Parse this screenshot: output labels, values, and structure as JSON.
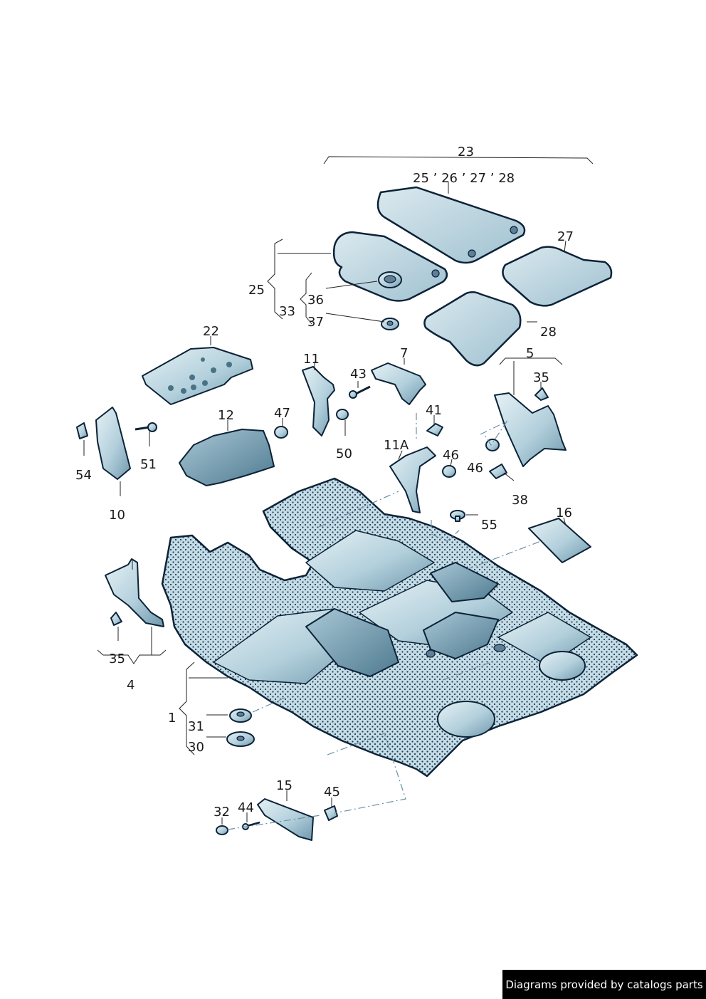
{
  "callouts": {
    "c23": "23",
    "c25_26_27_28": "25 ’ 26 ’ 27 ’ 28",
    "c27": "27",
    "c25": "25",
    "c33": "33",
    "c36": "36",
    "c37": "37",
    "c28": "28",
    "c22": "22",
    "c11": "11",
    "c43": "43",
    "c7": "7",
    "c5": "5",
    "c35_right": "35",
    "c12": "12",
    "c47": "47",
    "c41": "41",
    "c50": "50",
    "c11a": "11A",
    "c46_center": "46",
    "c46_right": "46",
    "c54": "54",
    "c51": "51",
    "c10": "10",
    "c38": "38",
    "c16": "16",
    "c55": "55",
    "c35_left": "35",
    "c4": "4",
    "c1": "1",
    "c31": "31",
    "c30": "30",
    "c15": "15",
    "c45": "45",
    "c32": "32",
    "c44": "44"
  },
  "credit": "Diagrams provided by catalogs parts",
  "colors": {
    "part_light": "#d8e8ee",
    "part_mid": "#9cc0cf",
    "part_dark": "#5f8aa0",
    "outline": "#0c2238",
    "dash": "#6a8fa6"
  }
}
